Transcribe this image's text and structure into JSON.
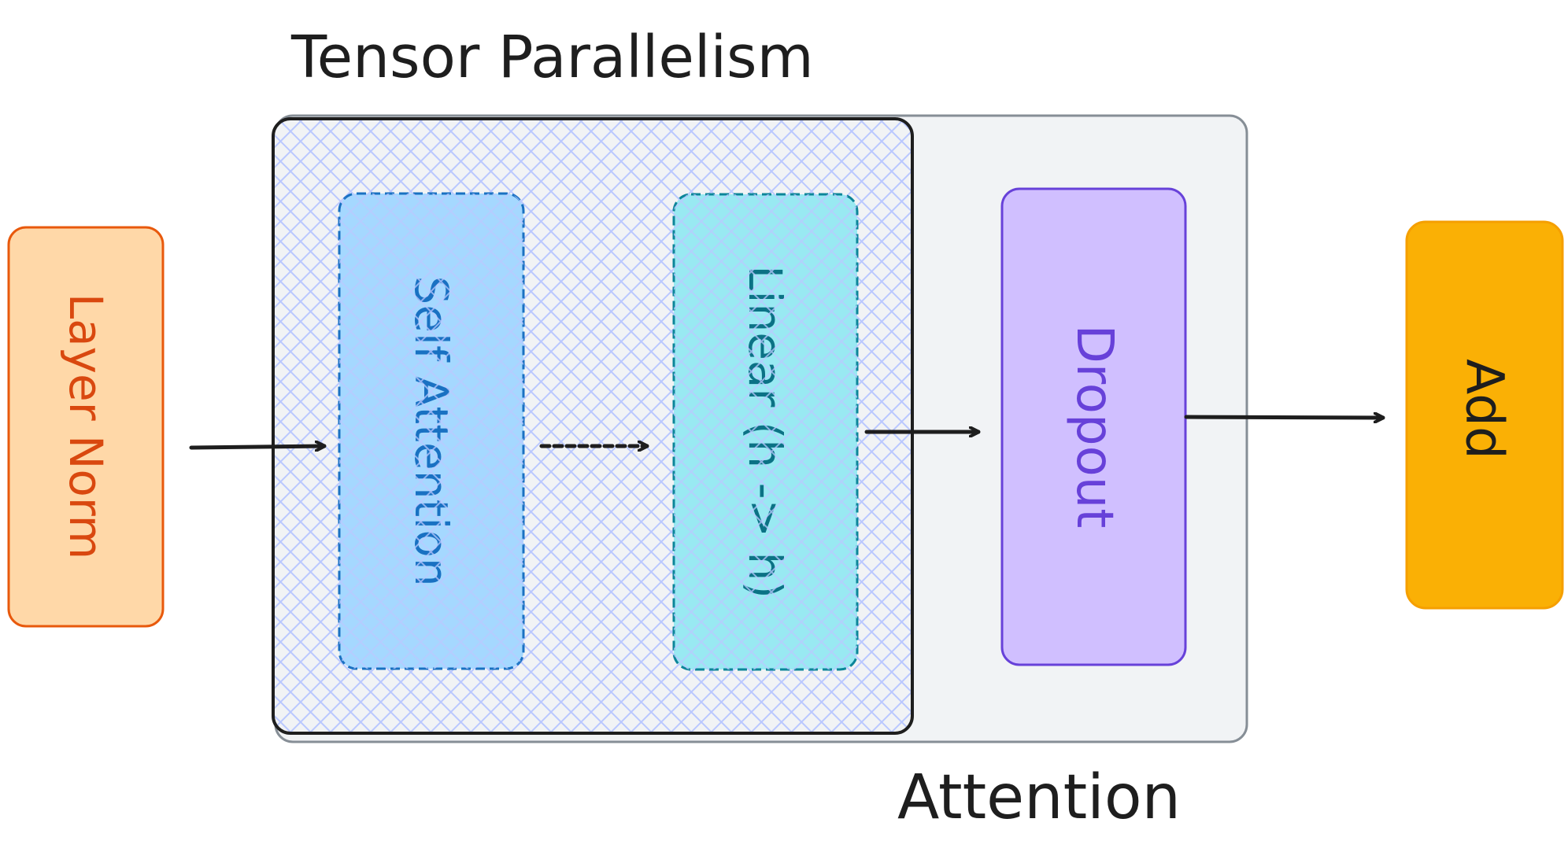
{
  "title": "Tensor Parallelism",
  "group_label": "Attention",
  "colors": {
    "ink": "#1e1e1e",
    "hatch": "#bac8ff",
    "group_fill": "#f1f3f5",
    "group_stroke": "#868e96"
  },
  "nodes": {
    "layer_norm": {
      "label": "Layer Norm",
      "fill": "#ffd8a8",
      "stroke": "#e8590c",
      "text": "#d9480f"
    },
    "self_attention": {
      "label": "Self Attention",
      "fill": "#a5d8ff",
      "stroke": "#1971c2",
      "text": "#1971c2"
    },
    "linear": {
      "label": "Linear (h -> h)",
      "fill": "#99e9f2",
      "stroke": "#0c8599",
      "text": "#0b7285"
    },
    "dropout": {
      "label": "Dropout",
      "fill": "#d0bfff",
      "stroke": "#6741d9",
      "text": "#6741d9"
    },
    "add": {
      "label": "Add",
      "fill": "#fab005",
      "stroke": "#f59f00",
      "text": "#1e1e1e"
    }
  },
  "edges": [
    {
      "from": "layer_norm",
      "to": "self_attention"
    },
    {
      "from": "self_attention",
      "to": "linear"
    },
    {
      "from": "linear",
      "to": "dropout"
    },
    {
      "from": "dropout",
      "to": "add"
    }
  ]
}
